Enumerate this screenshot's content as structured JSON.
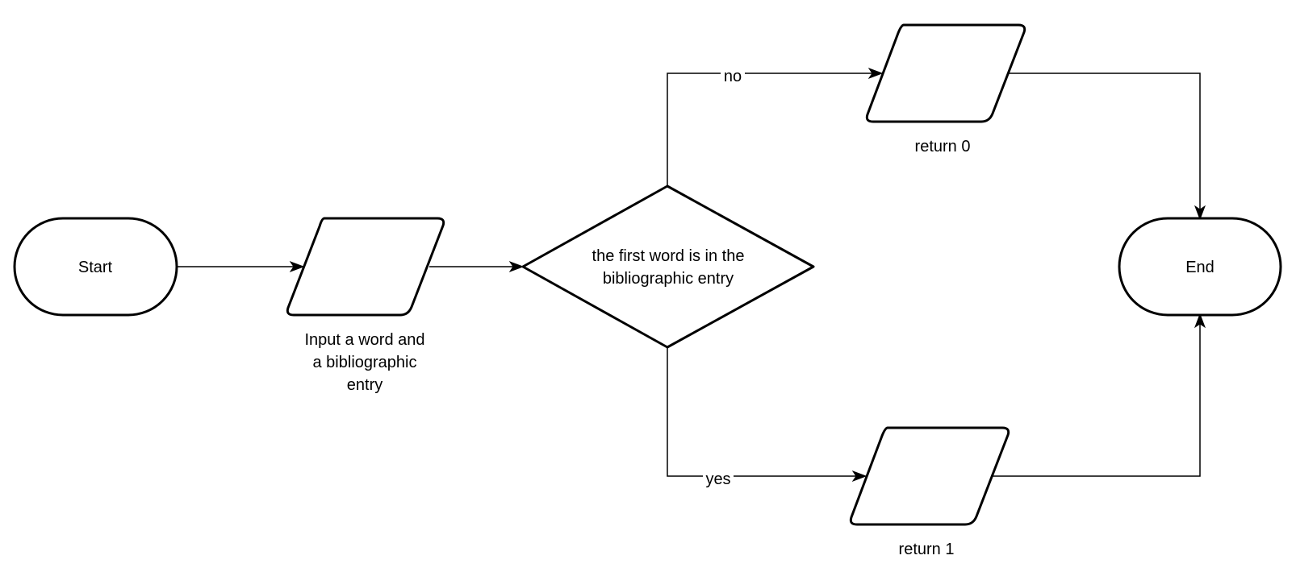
{
  "diagram": {
    "type": "flowchart",
    "nodes": {
      "start": {
        "kind": "terminator",
        "text": "Start"
      },
      "input": {
        "kind": "input-output",
        "text_lines": [
          "Input a word and",
          "a bibliographic",
          "entry"
        ]
      },
      "decision": {
        "kind": "decision",
        "text_lines": [
          "the first word is in the",
          "bibliographic entry"
        ]
      },
      "return0": {
        "kind": "input-output",
        "text": "return 0"
      },
      "return1": {
        "kind": "input-output",
        "text": "return 1"
      },
      "end": {
        "kind": "terminator",
        "text": "End"
      }
    },
    "edges": [
      {
        "from": "start",
        "to": "input",
        "label": ""
      },
      {
        "from": "input",
        "to": "decision",
        "label": ""
      },
      {
        "from": "decision",
        "to": "return0",
        "label": "no"
      },
      {
        "from": "decision",
        "to": "return1",
        "label": "yes"
      },
      {
        "from": "return0",
        "to": "end",
        "label": ""
      },
      {
        "from": "return1",
        "to": "end",
        "label": ""
      }
    ],
    "edge_labels": {
      "no": "no",
      "yes": "yes"
    },
    "colors": {
      "stroke": "#000000",
      "fill": "#ffffff",
      "background": "#ffffff"
    }
  }
}
